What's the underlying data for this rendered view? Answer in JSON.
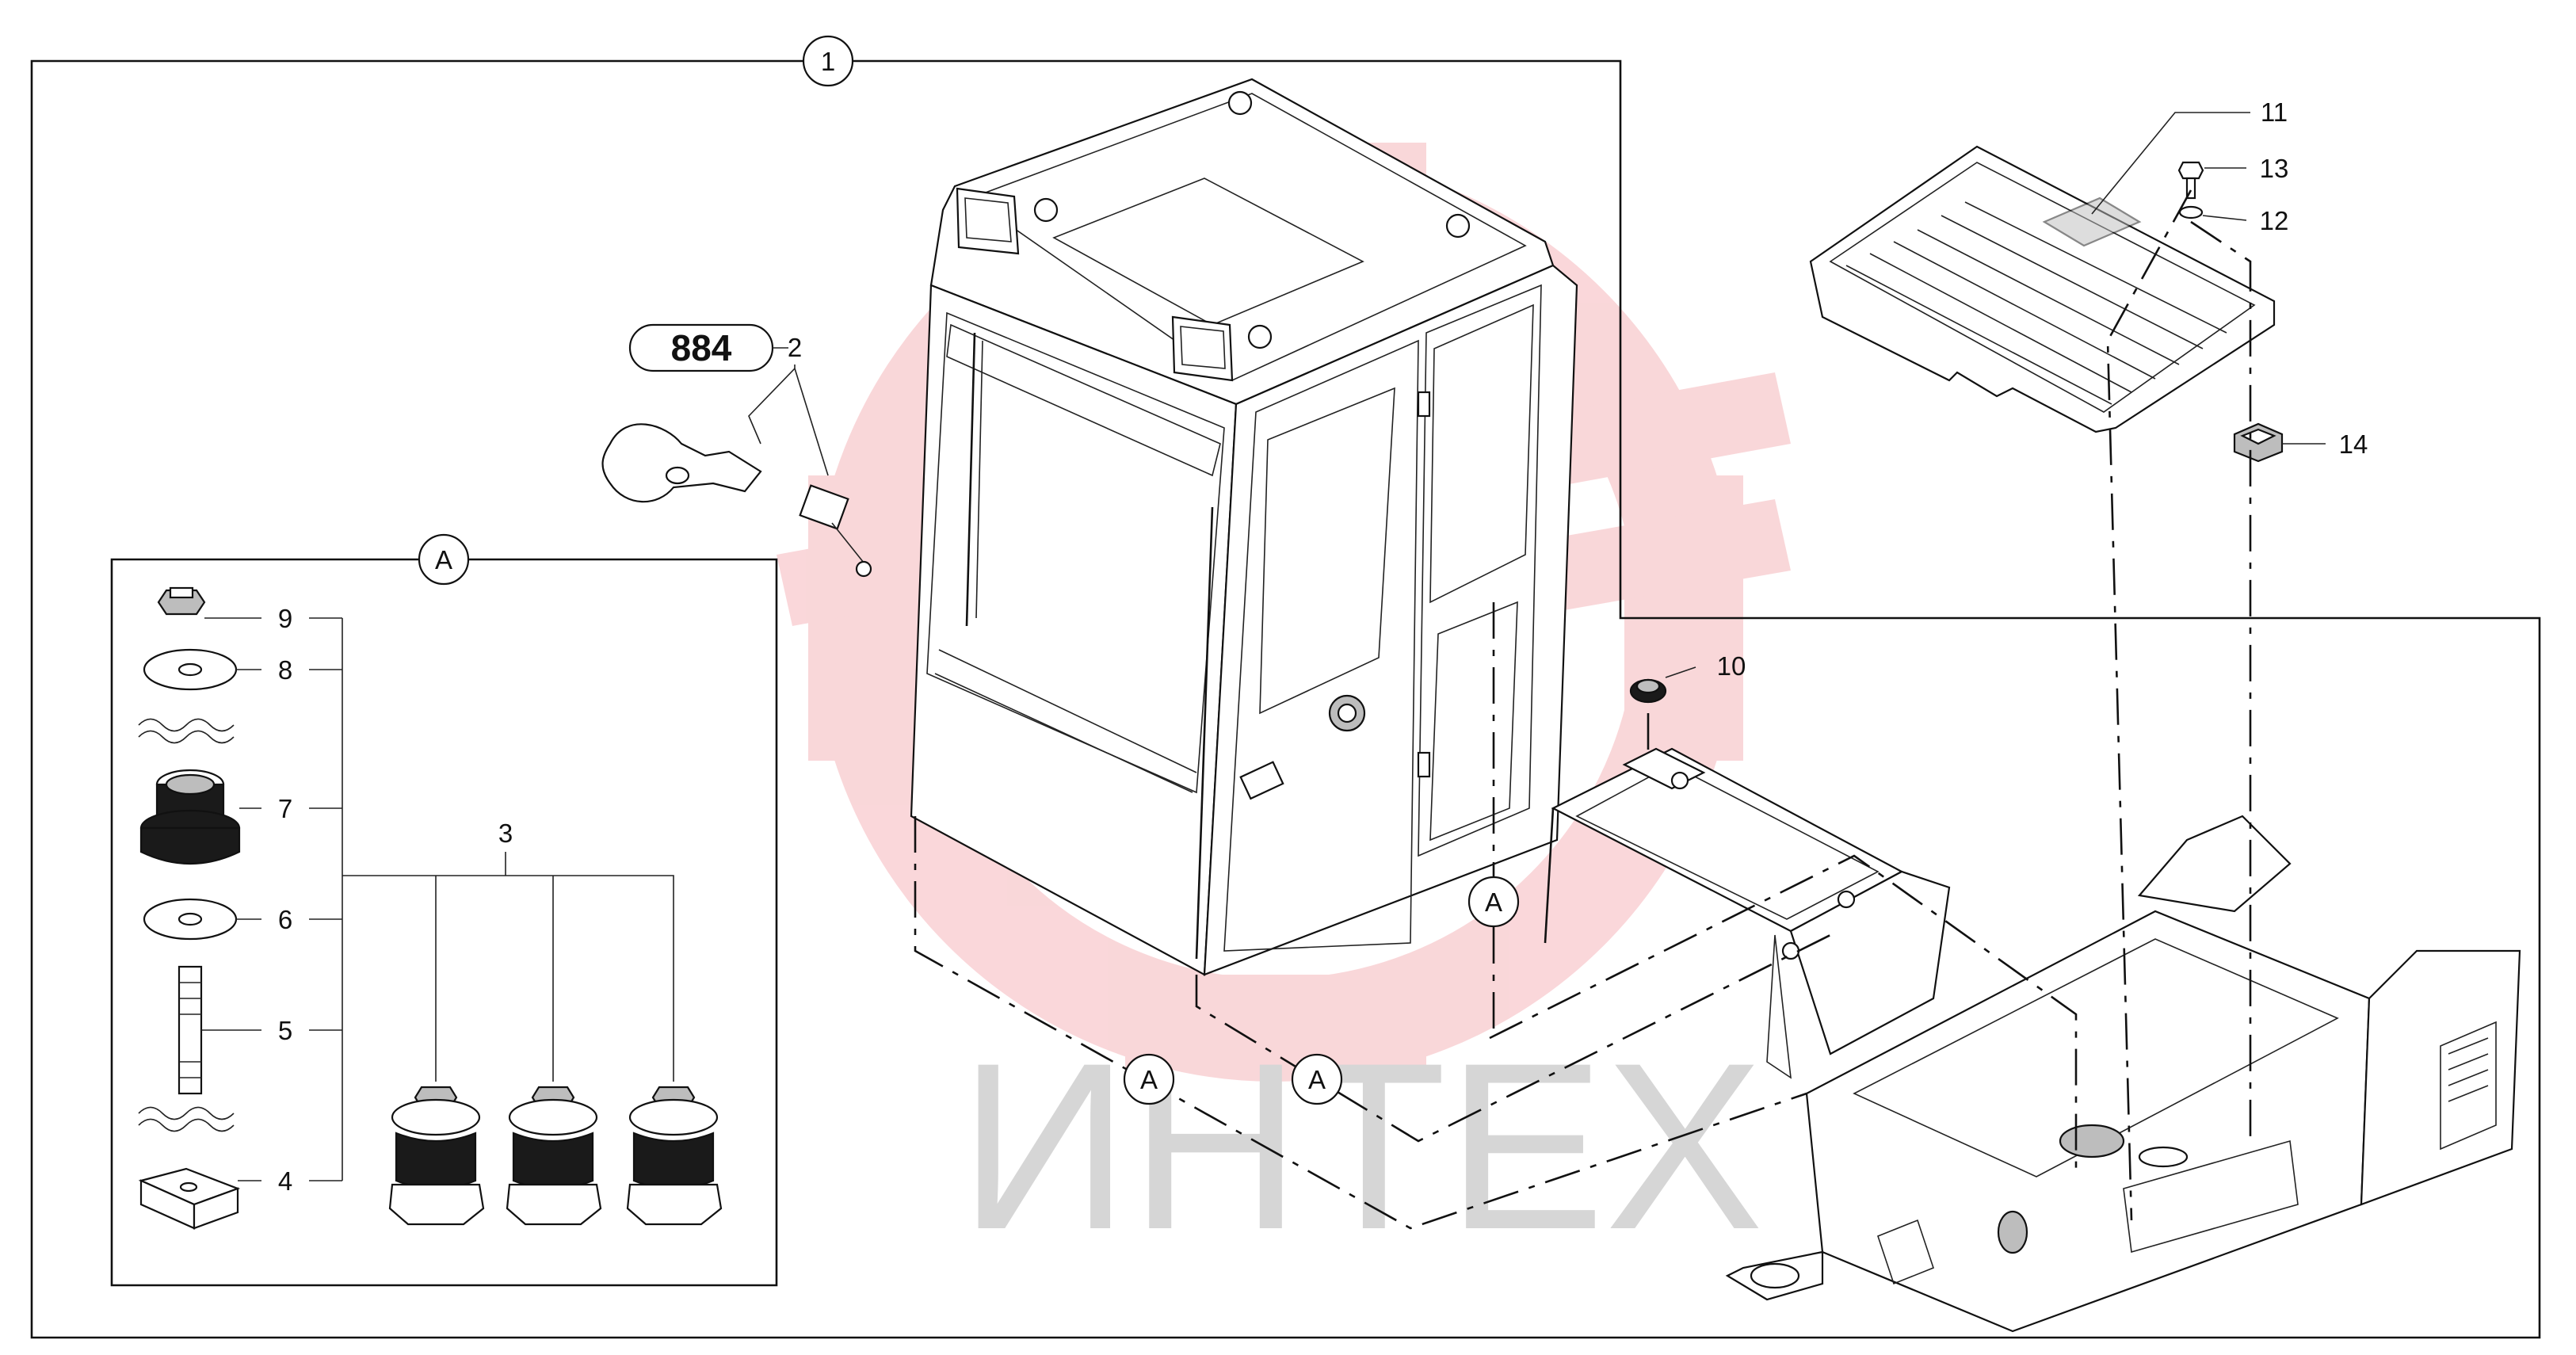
{
  "diagram": {
    "callouts": {
      "main_assembly": "1",
      "seat_belt": "2",
      "mount_assembly": "3",
      "plate": "4",
      "stud": "5",
      "washer_lower": "6",
      "rubber_mount": "7",
      "washer_upper": "8",
      "nut": "9",
      "cushion": "10",
      "floor_mat": "11",
      "washer_small": "12",
      "bolt": "13",
      "clip": "14"
    },
    "reference_box": "884",
    "detail_marker": "A",
    "watermark": {
      "text": "ИНТЕХ",
      "color": "#f0a0a8"
    }
  }
}
